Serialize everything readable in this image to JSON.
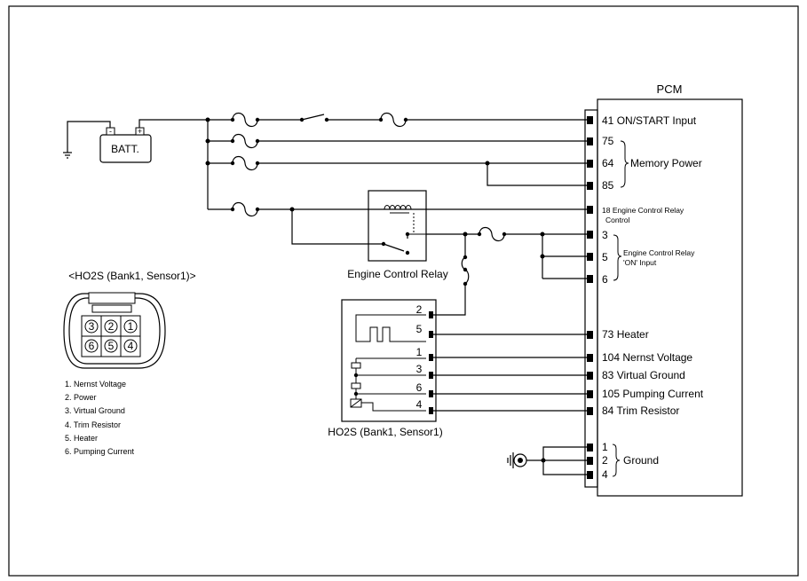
{
  "pcm": {
    "title": "PCM",
    "pins": [
      {
        "num": "41",
        "label": "ON/START Input"
      },
      {
        "num": "75",
        "label": ""
      },
      {
        "num": "64",
        "label": ""
      },
      {
        "num": "85",
        "label": ""
      },
      {
        "num": "18",
        "label": "Engine Control Relay"
      },
      {
        "num": "3",
        "label": ""
      },
      {
        "num": "5",
        "label": ""
      },
      {
        "num": "6",
        "label": ""
      },
      {
        "num": "73",
        "label": "Heater"
      },
      {
        "num": "104",
        "label": "Nernst Voltage"
      },
      {
        "num": "83",
        "label": "Virtual Ground"
      },
      {
        "num": "105",
        "label": "Pumping Current"
      },
      {
        "num": "84",
        "label": "Trim Resistor"
      },
      {
        "num": "1",
        "label": ""
      },
      {
        "num": "2",
        "label": ""
      },
      {
        "num": "4",
        "label": ""
      }
    ],
    "pin18_label_line2": "Control",
    "group_memory_power": "Memory Power",
    "group_relay_on_line1": "Engine Control Relay",
    "group_relay_on_line2": "'ON' Input",
    "group_ground": "Ground"
  },
  "battery": {
    "label": "BATT.",
    "neg": "-",
    "pos": "+"
  },
  "relay": {
    "label": "Engine Control Relay"
  },
  "ho2s": {
    "label": "HO2S (Bank1, Sensor1)",
    "pins": [
      "2",
      "5",
      "1",
      "3",
      "6",
      "4"
    ]
  },
  "connector": {
    "title": "<HO2S (Bank1, Sensor1)>",
    "cells": [
      "3",
      "2",
      "1",
      "6",
      "5",
      "4"
    ],
    "legend": [
      "1. Nernst Voltage",
      "2. Power",
      "3. Virtual Ground",
      "4. Trim Resistor",
      "5. Heater",
      "6. Pumping Current"
    ]
  }
}
